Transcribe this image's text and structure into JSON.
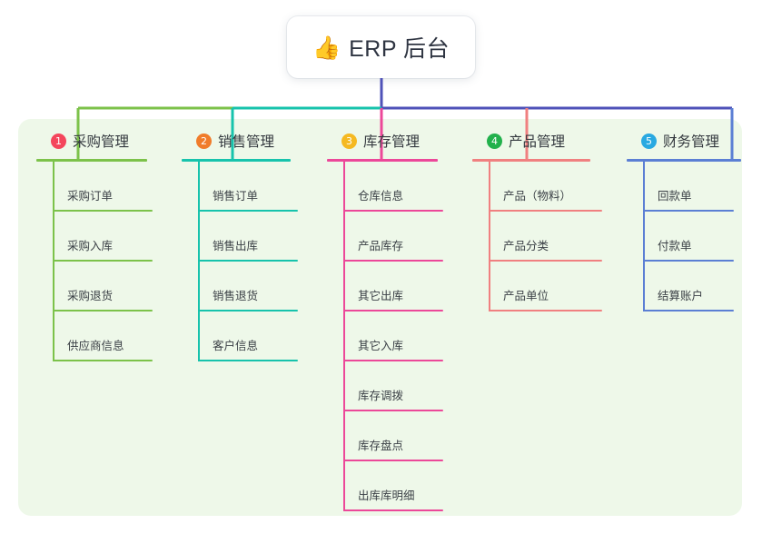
{
  "root": {
    "emoji": "👍",
    "emoji_name": "thumbs-up-icon",
    "title": "ERP 后台"
  },
  "colors": {
    "panel_bg": "#eef8e9",
    "page_bg": "#ffffff",
    "trunk": "#4f52b8",
    "branch_1": "#7cc24a",
    "branch_2": "#17c3ac",
    "branch_3": "#ec4899",
    "branch_4": "#f08080",
    "branch_5": "#5b7fd4",
    "badge_1": "#f4465c",
    "badge_2": "#f07c2a",
    "badge_3": "#f5b921",
    "badge_4": "#22b14c",
    "badge_5": "#29a9e1",
    "text": "#34393f"
  },
  "columns": [
    {
      "badge": "1",
      "badge_color": "#f4465c",
      "line_color": "#7cc24a",
      "title": "采购管理",
      "items": [
        "采购订单",
        "采购入库",
        "采购退货",
        "供应商信息"
      ]
    },
    {
      "badge": "2",
      "badge_color": "#f07c2a",
      "line_color": "#17c3ac",
      "title": "销售管理",
      "items": [
        "销售订单",
        "销售出库",
        "销售退货",
        "客户信息"
      ]
    },
    {
      "badge": "3",
      "badge_color": "#f5b921",
      "line_color": "#ec4899",
      "title": "库存管理",
      "items": [
        "仓库信息",
        "产品库存",
        "其它出库",
        "其它入库",
        "库存调拨",
        "库存盘点",
        "出库库明细"
      ]
    },
    {
      "badge": "4",
      "badge_color": "#22b14c",
      "line_color": "#f08080",
      "title": "产品管理",
      "items": [
        "产品（物料）",
        "产品分类",
        "产品单位"
      ]
    },
    {
      "badge": "5",
      "badge_color": "#29a9e1",
      "line_color": "#5b7fd4",
      "title": "财务管理",
      "items": [
        "回款单",
        "付款单",
        "结算账户"
      ]
    }
  ]
}
